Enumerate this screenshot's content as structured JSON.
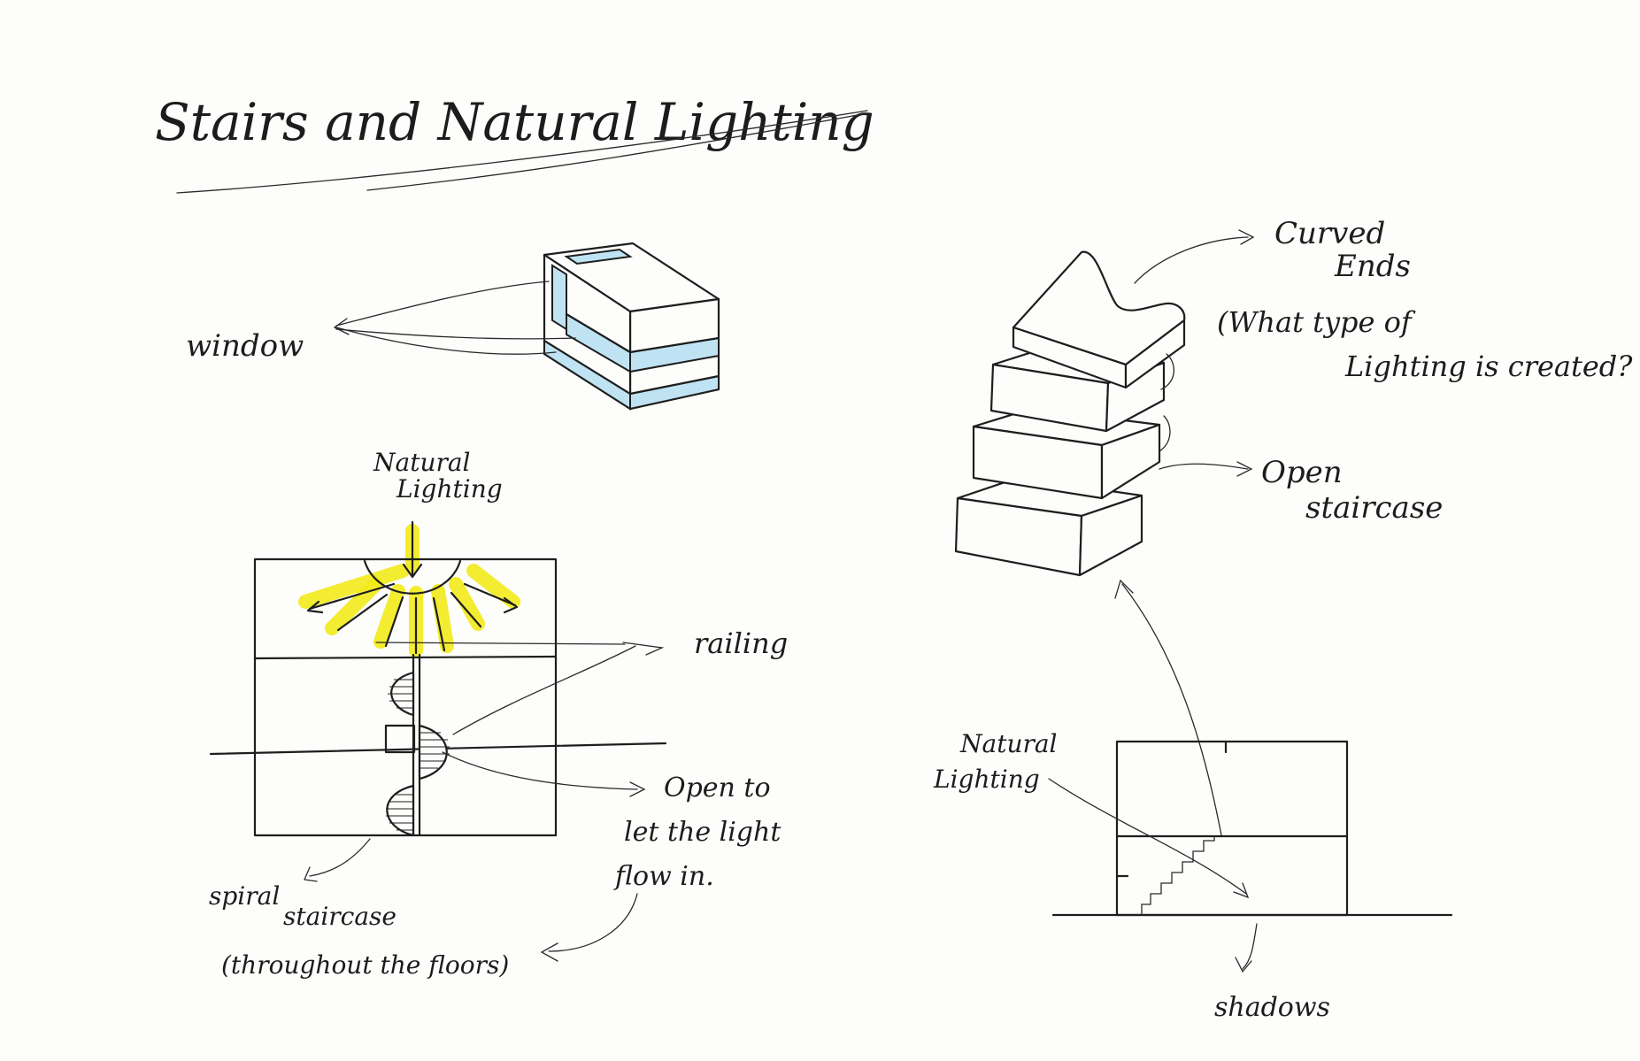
{
  "title": "Stairs and Natural Lighting",
  "labels": {
    "window": "window",
    "natural_lighting_top_line1": "Natural",
    "natural_lighting_top_line2": "Lighting",
    "railing": "railing",
    "open_to_line1": "Open to",
    "open_to_line2": "let the light",
    "open_to_line3": "flow in.",
    "spiral_line1": "spiral",
    "spiral_line2": "staircase",
    "spiral_line3": "(throughout the floors)",
    "curved_line1": "Curved",
    "curved_line2": "Ends",
    "question_line1": "(What type of",
    "question_line2": "Lighting is created?",
    "open_staircase_line1": "Open",
    "open_staircase_line2": "staircase",
    "natural_lighting_bottom_line1": "Natural",
    "natural_lighting_bottom_line2": "Lighting",
    "shadows": "shadows"
  },
  "colors": {
    "ink": "#1e1e1e",
    "window_glass": "#bfe3f2",
    "light_highlight": "#f2ea1a",
    "paper": "#fdfdfb"
  }
}
